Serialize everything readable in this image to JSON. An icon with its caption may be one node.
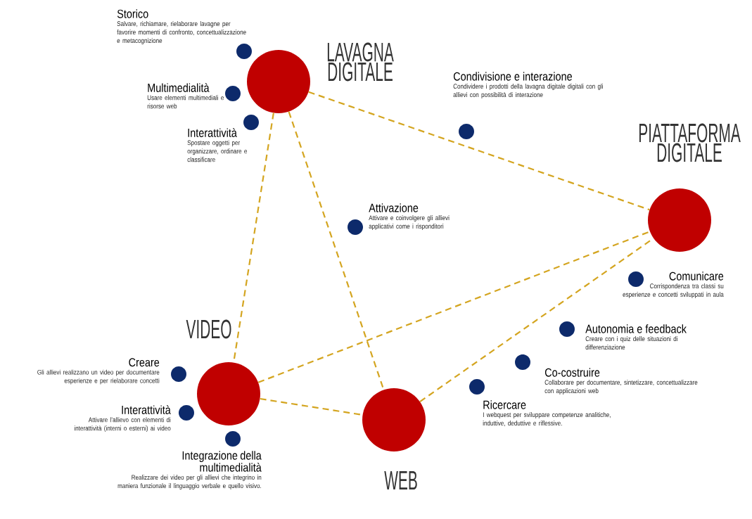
{
  "diagram": {
    "nodes": [
      {
        "text": [
          "LAVAGNA DIGITALE"
        ]
      },
      {
        "text": [
          "Storico",
          "Salvare,  richiamare, rielaborare lavagne per favorire momenti di confronto, concettualizzazione e metacognizione"
        ]
      },
      {
        "text": [
          "Multimedialità",
          "Usare elementi multimediali e risorse web"
        ]
      },
      {
        "text": [
          "Interattività",
          "Spostare oggetti per organizzare, ordinare e classificare"
        ]
      },
      {
        "text": [
          "Condivisione e interazione",
          "Condividere i prodotti della lavagna digitale digitali con gli allievi con possibilità di interazione"
        ]
      },
      {
        "text": [
          "PIATTAFORMA DIGITALE"
        ]
      },
      {
        "text": [
          "Attivazione",
          "Attivare e coinvolgere gli allievi applicativi come i risponditori"
        ]
      },
      {
        "text": [
          "Comunicare",
          "Corrispondenza tra classi su esperienze e concetti sviluppati in aula"
        ]
      },
      {
        "text": [
          "Autonomia e feedback",
          "Creare con i quiz delle situazioni di differenziazione"
        ]
      },
      {
        "text": [
          "Co-costruire",
          "Collaborare per documentare, sintetizzare, concettualizzare con applicazioni web"
        ]
      },
      {
        "text": [
          "VIDEO"
        ]
      },
      {
        "text": [
          "Creare",
          "Gli allievi realizzano un video per documentare esperienze e per rielaborare concetti"
        ]
      },
      {
        "text": [
          "Interattività",
          "Attivare l’allievo con elementi di interattività (interni o esterni) ai video"
        ]
      },
      {
        "text": [
          "Integrazione della multimedialità",
          "Realizzare dei video per gli allievi che integrino in maniera funzionale il linguaggio verbale e quello visivo."
        ]
      },
      {
        "text": [
          "Ricercare",
          "I webquest per sviluppare  competenze analitiche, induttive, deduttive e riflessive."
        ]
      },
      {
        "text": [
          "WEB"
        ]
      }
    ],
    "edges": [
      {
        "from": 0,
        "to": 5,
        "arrow": "none",
        "style": "dashed"
      },
      {
        "from": 0,
        "to": 10,
        "arrow": "none",
        "style": "dashed"
      },
      {
        "from": 0,
        "to": 15,
        "arrow": "none",
        "style": "dashed"
      },
      {
        "from": 10,
        "to": 5,
        "arrow": "none",
        "style": "dashed"
      },
      {
        "from": 10,
        "to": 15,
        "arrow": "none",
        "style": "dashed"
      },
      {
        "from": 15,
        "to": 5,
        "arrow": "none",
        "style": "dashed"
      }
    ]
  }
}
